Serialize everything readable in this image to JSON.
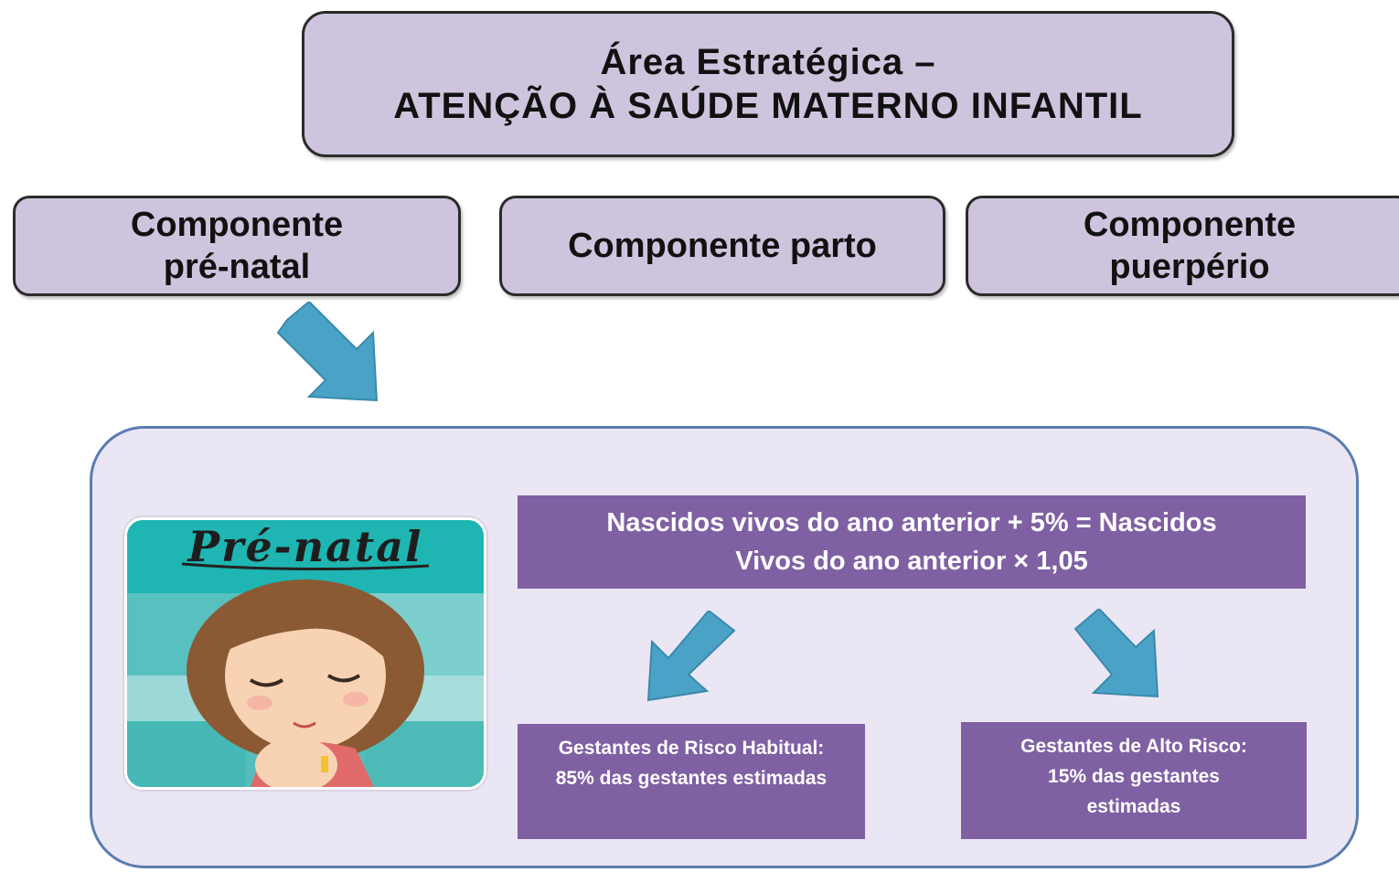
{
  "header": {
    "line1": "Área Estratégica –",
    "line2": "ATENÇÃO À SAÚDE MATERNO INFANTIL"
  },
  "components": [
    {
      "line1": "Componente",
      "line2": "pré-natal"
    },
    {
      "line1": "Componente parto"
    },
    {
      "line1": "Componente",
      "line2": "puerpério"
    }
  ],
  "prenatal_card": {
    "title": "Pré-natal"
  },
  "formula": {
    "line1": "Nascidos vivos do ano anterior + 5% = Nascidos",
    "line2": "Vivos do ano anterior × 1,05"
  },
  "risk_habitual": {
    "line1": "Gestantes de Risco Habitual:",
    "line2": "85% das gestantes estimadas"
  },
  "risk_alto": {
    "line1": "Gestantes de Alto Risco:",
    "line2": "15% das gestantes",
    "line3": "estimadas"
  },
  "colors": {
    "box_fill": "#cfc4de",
    "panel_fill": "#ebe6f3",
    "purple": "#7f60a3",
    "arrow": "#4aa3c7"
  }
}
